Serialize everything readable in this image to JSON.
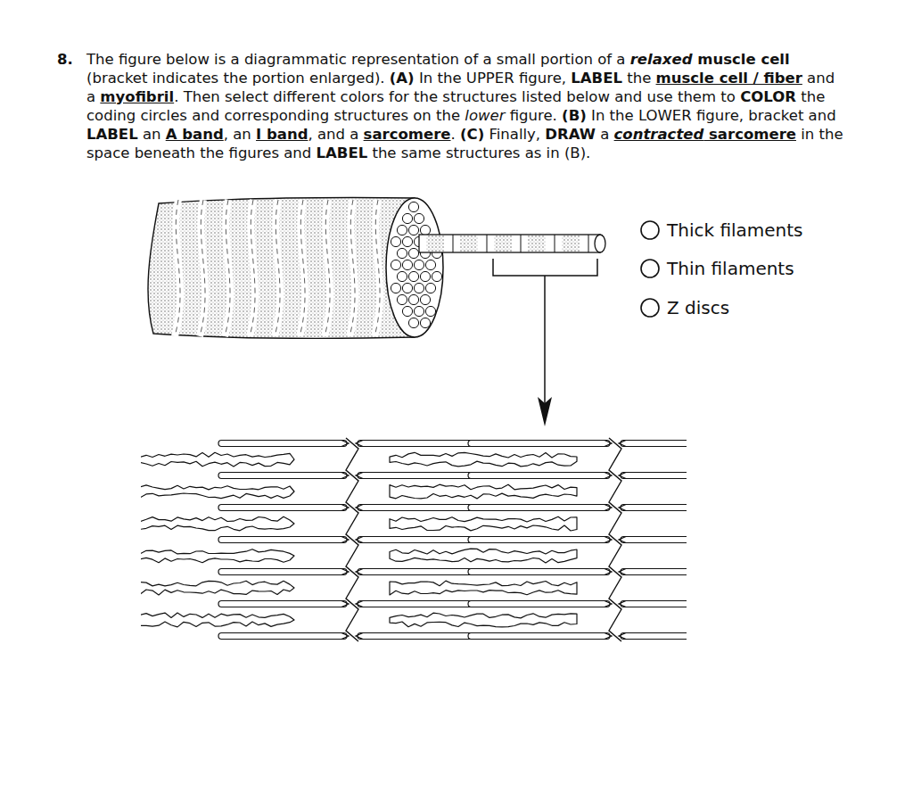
{
  "diagram": {
    "labels": [
      "8.",
      "The figure below is a diagrammatic representation of a small portion of a ",
      "relaxed",
      " muscle cell",
      " (bracket indicates the portion enlarged). ",
      "(A)",
      " In the UPPER figure, ",
      "LABEL",
      " the ",
      "muscle cell / fiber",
      " and a ",
      "myofibril",
      ". Then select different colors for the structures listed below and use them to ",
      "COLOR",
      " the coding circles and corresponding structures on the ",
      "lower",
      " figure. ",
      "(B)",
      " In the LOWER figure, bracket and ",
      "LABEL",
      " an ",
      "A band",
      ", an ",
      "I band",
      ", and a ",
      "sarcomere",
      ". ",
      "(C)",
      " Finally, ",
      "DRAW",
      " a ",
      "contracted",
      " sarcomere",
      " in the space beneath the figures and ",
      "LABEL",
      " the same structures as in (B)."
    ],
    "legend": [
      {
        "text": "Thick filaments"
      },
      {
        "text": "Thin filaments"
      },
      {
        "text": "Z discs"
      }
    ]
  }
}
